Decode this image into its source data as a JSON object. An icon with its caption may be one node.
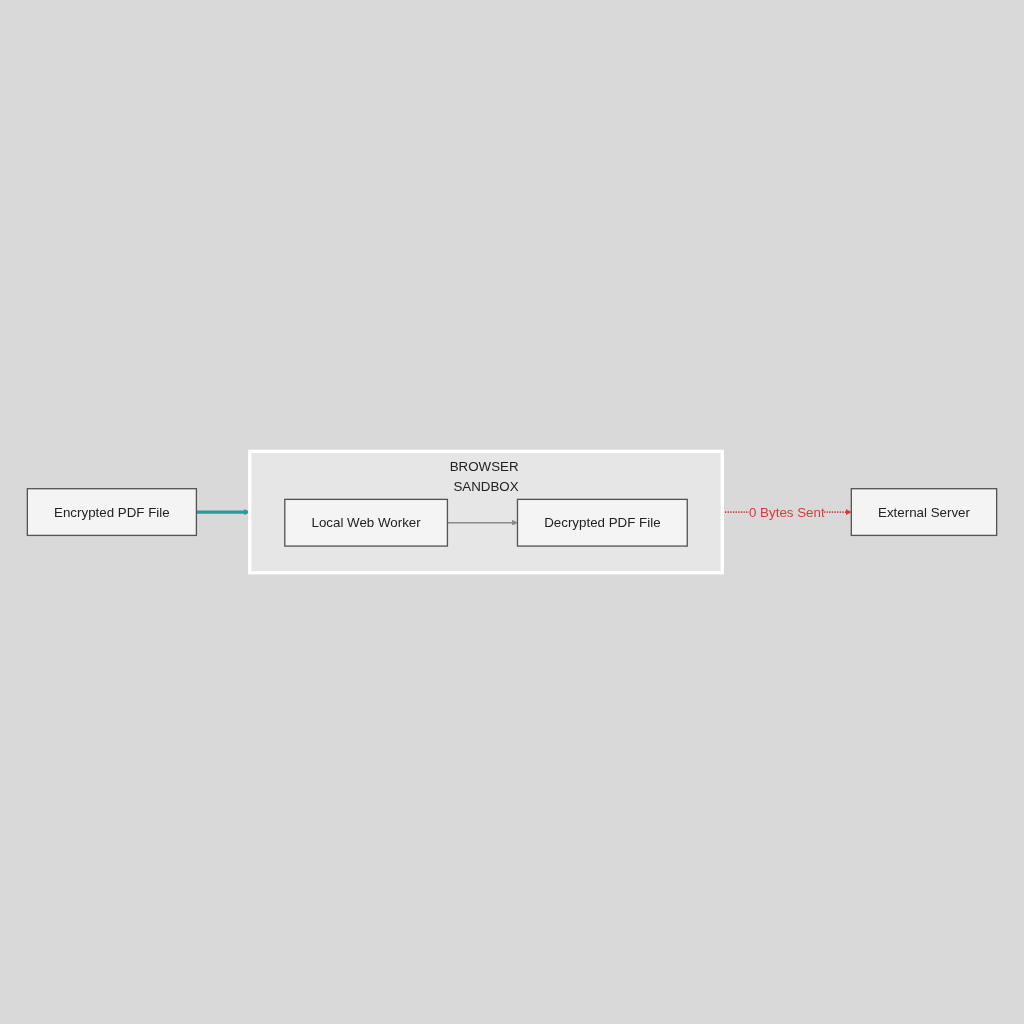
{
  "diagram": {
    "nodes": [
      {
        "text": [
          "Encrypted PDF File"
        ]
      },
      {
        "text": [
          "BROWSER SANDBOX"
        ]
      },
      {
        "text": [
          "Local Web Worker"
        ],
        "in": 1
      },
      {
        "text": [
          "Decrypted PDF File"
        ],
        "in": 1
      },
      {
        "text": [
          "External Server"
        ]
      }
    ],
    "edges": [
      {
        "from": 0,
        "to": 1,
        "arrow": "to",
        "style": "thick",
        "color": "#2a9a9c"
      },
      {
        "from": 2,
        "to": 3,
        "arrow": "to",
        "color": "#8a8a8a"
      },
      {
        "from": 1,
        "to": 4,
        "arrow": "to",
        "style": "dashed",
        "color": "#d63b3b",
        "label": "0 Bytes Sent"
      }
    ]
  }
}
